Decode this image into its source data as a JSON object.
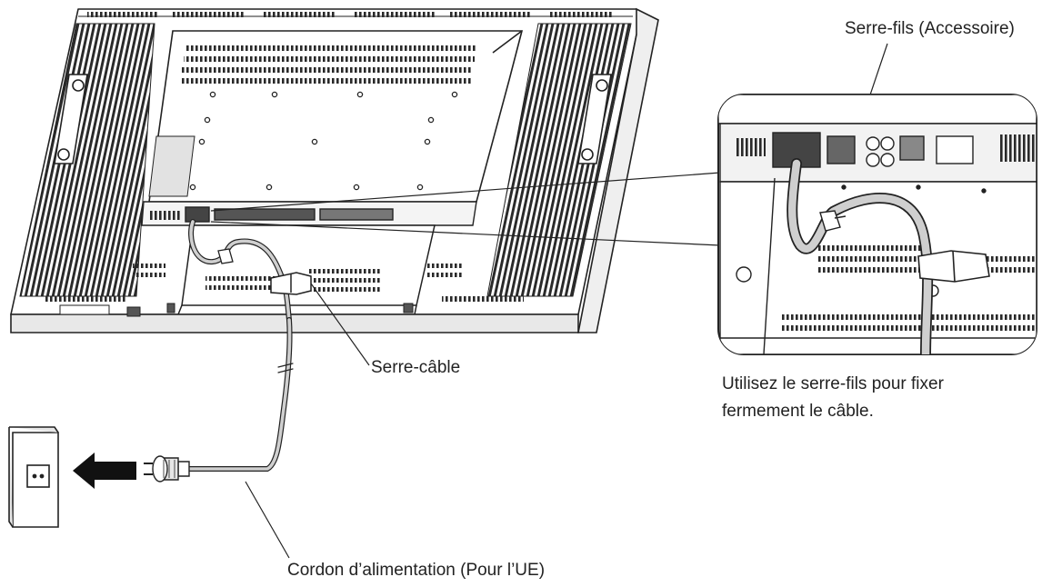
{
  "labels": {
    "wire_clip": "Serre-fils (Accessoire)",
    "cable_clamp": "Serre-câble",
    "power_cord": "Cordon d’alimentation (Pour l’UE)",
    "caption_line1": "Utilisez le serre-fils pour fixer",
    "caption_line2": "fermement le câble."
  },
  "colors": {
    "line": "#222222",
    "panel_fill": "#ffffff",
    "shade": "#d9d9d9",
    "vent": "#333333",
    "cable": "#bfbfbf"
  },
  "icons": {
    "arrow": "left-arrow-icon",
    "plug": "eu-plug-icon",
    "outlet": "wall-outlet-icon"
  }
}
